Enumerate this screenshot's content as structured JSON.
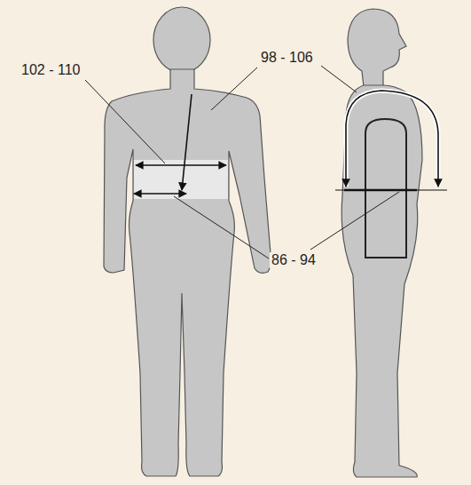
{
  "diagram": {
    "labels": [
      "102 - 110",
      "98 - 106",
      "86 - 94"
    ]
  }
}
